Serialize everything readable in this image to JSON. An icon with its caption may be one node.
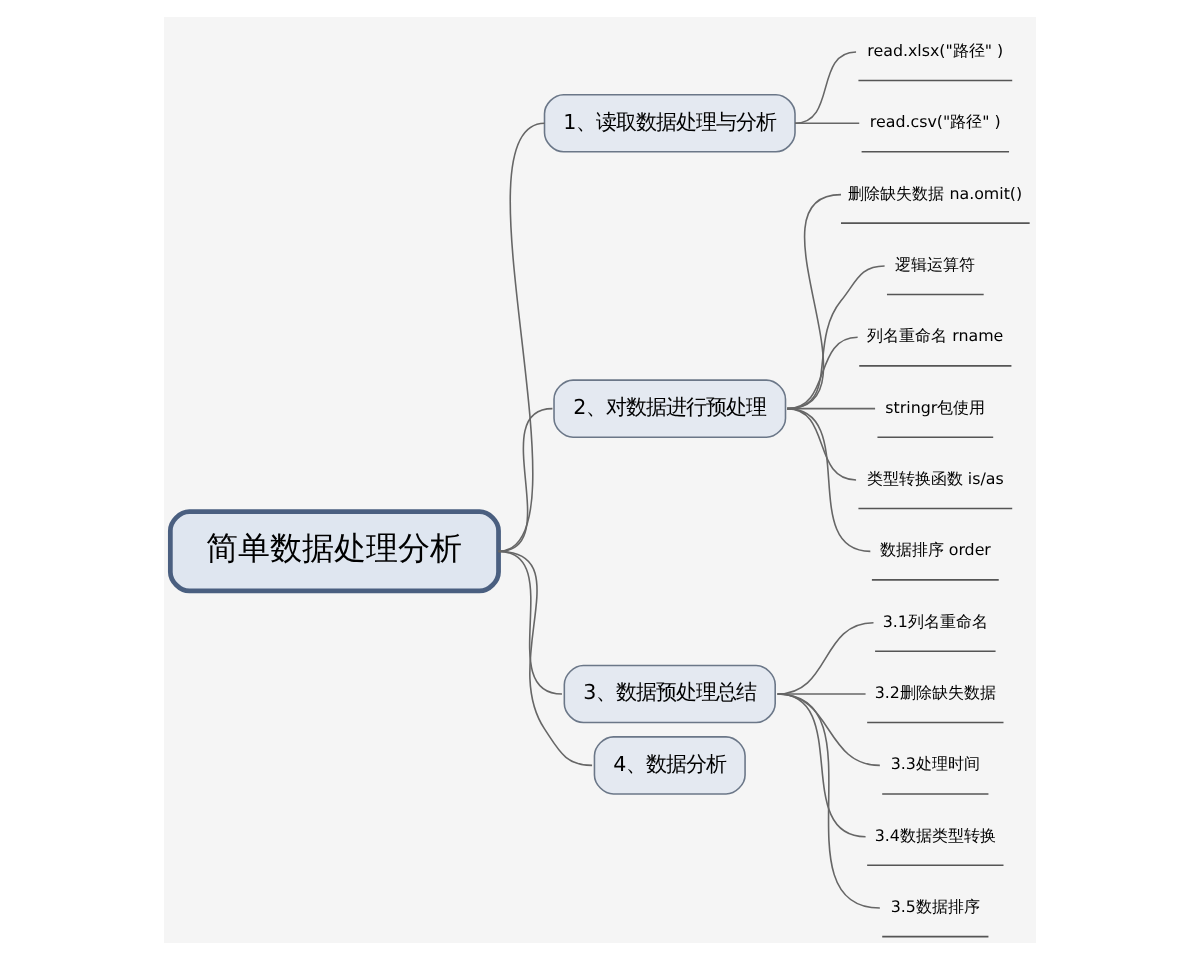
{
  "diagram": {
    "nodes": [
      {
        "text": [
          "简单数据处理分析"
        ]
      },
      {
        "text": [
          "1、读取数据处理与分析"
        ]
      },
      {
        "text": [
          "read.xlsx(\"路径\" )"
        ]
      },
      {
        "text": [
          "read.csv(\"路径\" )"
        ]
      },
      {
        "text": [
          "2、对数据进行预处理"
        ]
      },
      {
        "text": [
          "删除缺失数据 na.omit()"
        ]
      },
      {
        "text": [
          "逻辑运算符"
        ]
      },
      {
        "text": [
          "列名重命名 rname"
        ]
      },
      {
        "text": [
          "stringr包使用"
        ]
      },
      {
        "text": [
          "类型转换函数 is/as"
        ]
      },
      {
        "text": [
          "数据排序 order"
        ]
      },
      {
        "text": [
          "3、数据预处理总结"
        ]
      },
      {
        "text": [
          "3.1列名重命名"
        ]
      },
      {
        "text": [
          "3.2删除缺失数据"
        ]
      },
      {
        "text": [
          "3.3处理时间"
        ]
      },
      {
        "text": [
          "3.4数据类型转换"
        ]
      },
      {
        "text": [
          "3.5数据排序"
        ]
      },
      {
        "text": [
          "4、数据分析"
        ]
      }
    ],
    "edges": [
      {
        "from": 0,
        "to": 1,
        "arrow": "none"
      },
      {
        "from": 1,
        "to": 2,
        "arrow": "none"
      },
      {
        "from": 1,
        "to": 3,
        "arrow": "none"
      },
      {
        "from": 0,
        "to": 4,
        "arrow": "none"
      },
      {
        "from": 4,
        "to": 5,
        "arrow": "none"
      },
      {
        "from": 4,
        "to": 6,
        "arrow": "none"
      },
      {
        "from": 4,
        "to": 7,
        "arrow": "none"
      },
      {
        "from": 4,
        "to": 8,
        "arrow": "none"
      },
      {
        "from": 4,
        "to": 9,
        "arrow": "none"
      },
      {
        "from": 4,
        "to": 10,
        "arrow": "none"
      },
      {
        "from": 0,
        "to": 11,
        "arrow": "none"
      },
      {
        "from": 11,
        "to": 12,
        "arrow": "none"
      },
      {
        "from": 11,
        "to": 13,
        "arrow": "none"
      },
      {
        "from": 11,
        "to": 14,
        "arrow": "none"
      },
      {
        "from": 11,
        "to": 15,
        "arrow": "none"
      },
      {
        "from": 11,
        "to": 16,
        "arrow": "none"
      },
      {
        "from": 0,
        "to": 17,
        "arrow": "none"
      }
    ]
  }
}
